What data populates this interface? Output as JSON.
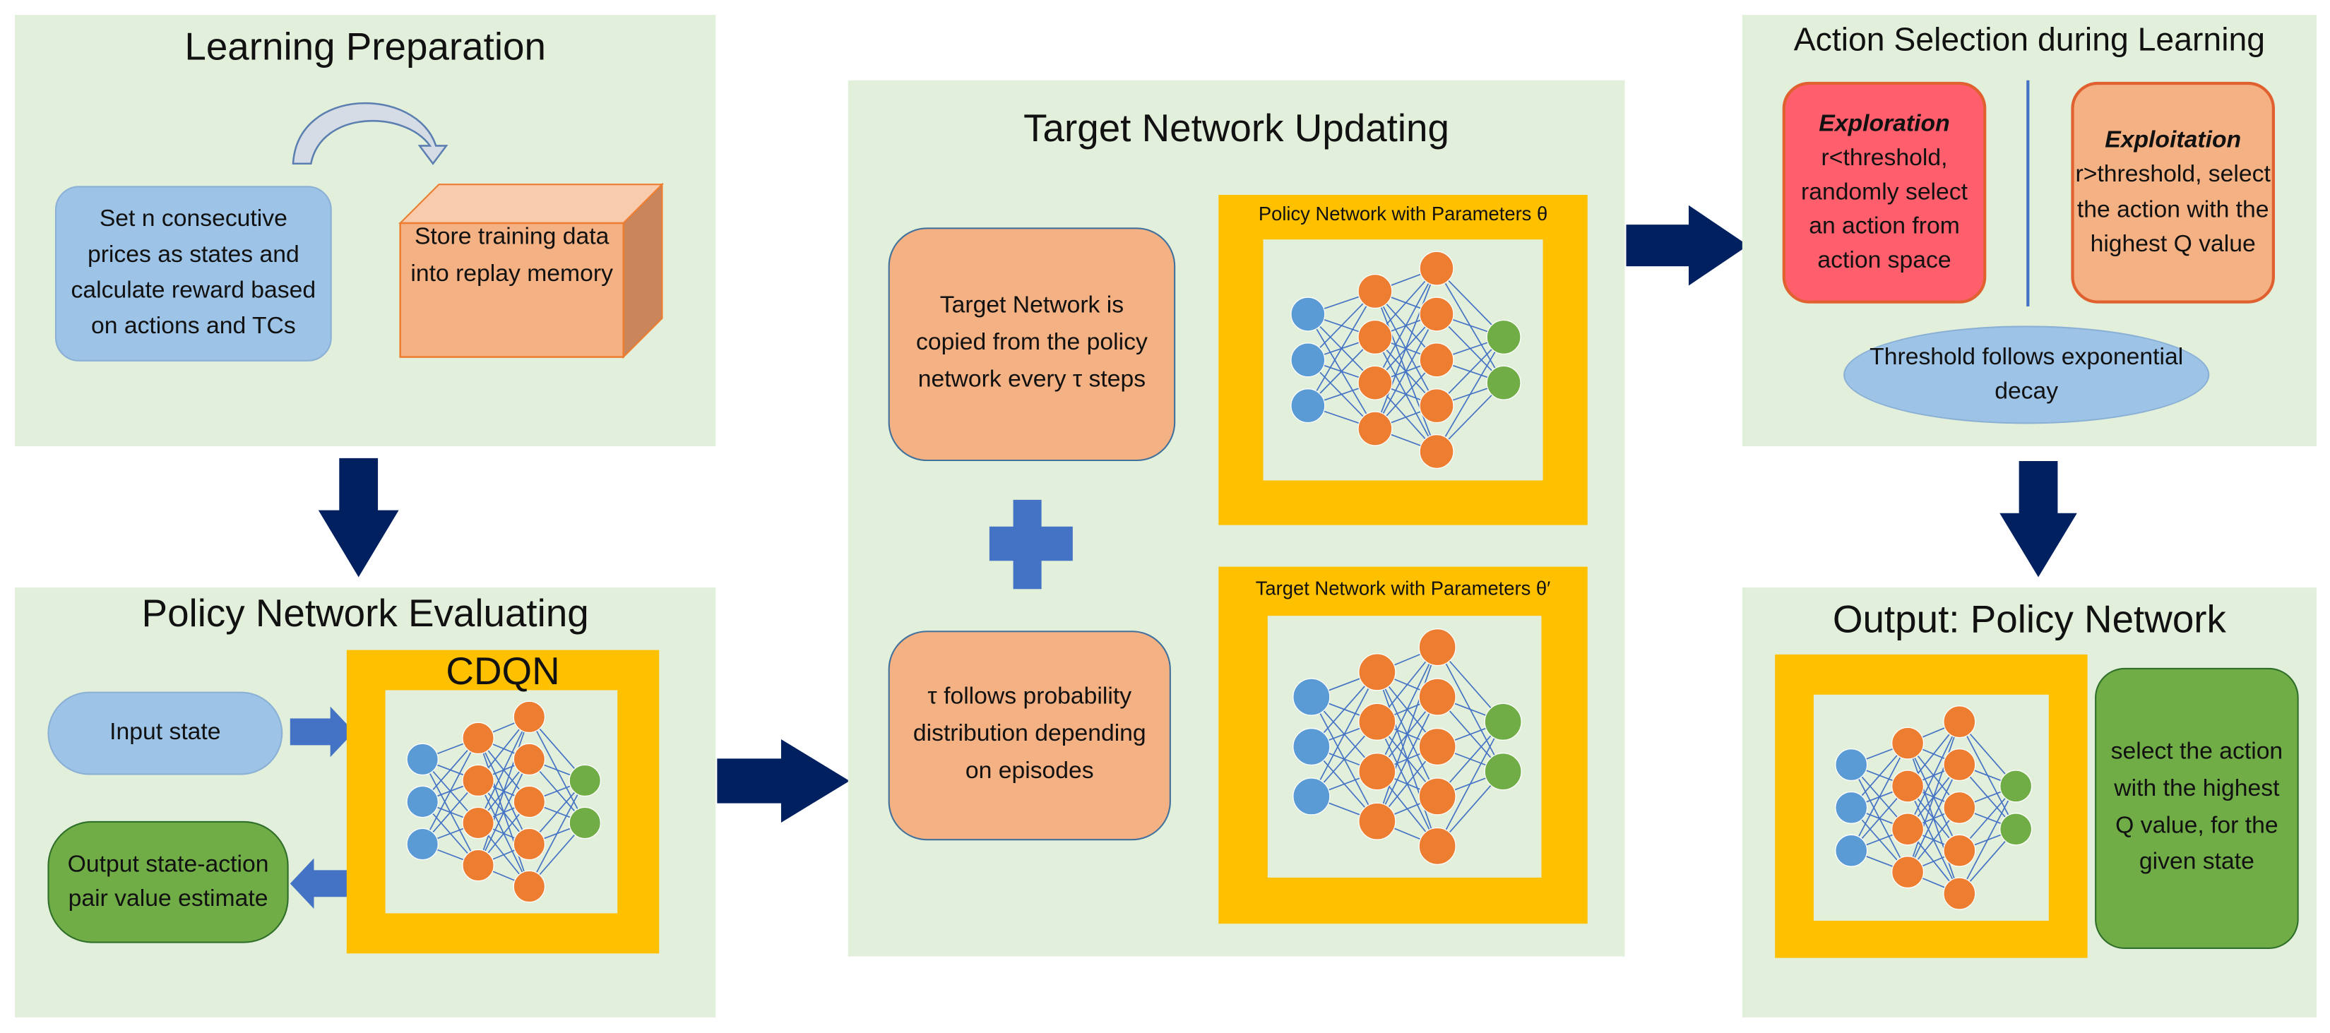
{
  "panels": {
    "learning_preparation": {
      "title": "Learning Preparation",
      "states_box": "Set n consecutive prices as states and calculate reward based on actions and TCs",
      "memory_box": "Store training data into replay memory"
    },
    "policy_network_evaluating": {
      "title": "Policy Network Evaluating",
      "model_label": "CDQN",
      "input_box": "Input state",
      "output_box": "Output state-action pair value estimate"
    },
    "target_network_updating": {
      "title": "Target Network Updating",
      "copy_box": "Target Network is copied from the policy network every τ steps",
      "tau_box": "τ follows probability distribution depending on episodes",
      "policy_frame_label": "Policy Network with Parameters θ",
      "target_frame_label": "Target Network with Parameters θ′"
    },
    "action_selection": {
      "title": "Action Selection during Learning",
      "exploration_title": "Exploration",
      "exploration_text": "r<threshold, randomly select an action from action space",
      "exploitation_title": "Exploitation",
      "exploitation_text": "r>threshold, select the action with the highest Q value",
      "threshold_text": "Threshold follows exponential decay"
    },
    "output_policy_network": {
      "title": "Output: Policy Network",
      "select_box": "select the action with the highest Q value, for the given state"
    }
  },
  "colors": {
    "panel_bg": "#e2efda",
    "frame": "#ffc000",
    "arrow_dark": "#002060",
    "arrow_small": "#4472c4",
    "node_input": "#5b9bd5",
    "node_hidden": "#ed7d31",
    "node_output": "#70ad47",
    "exploration": "#ff5f6d",
    "exploitation": "#f4b183",
    "threshold": "#9dc3e6"
  }
}
